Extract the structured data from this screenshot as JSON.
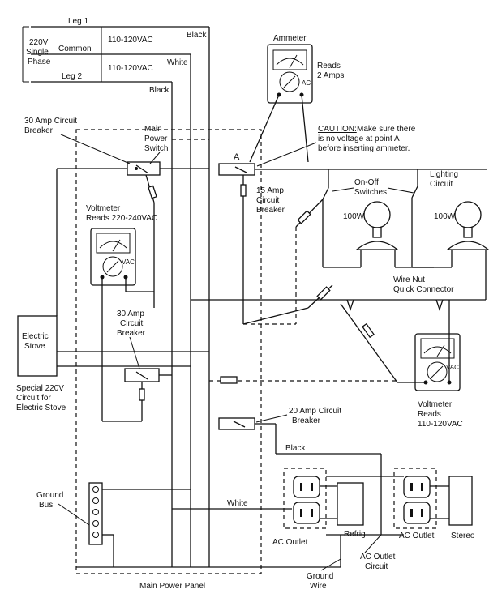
{
  "supply": {
    "leg1": "Leg 1",
    "common": "Common",
    "leg2": "Leg 2",
    "v220": "220V",
    "single": "Single",
    "phase": "Phase",
    "vac_top": "110-120VAC",
    "vac_bottom": "110-120VAC",
    "black_top": "Black",
    "white": "White",
    "black_mid": "Black"
  },
  "ammeter": {
    "title": "Ammeter",
    "reads": "Reads",
    "value": "2 Amps",
    "unit": "AC"
  },
  "caution": {
    "prefix": "CAUTION:",
    "line1": "Make sure there",
    "line2": "is no voltage at point A",
    "line3": "before inserting ammeter."
  },
  "main_breaker": {
    "line1": "30 Amp Circuit",
    "line2": "Breaker"
  },
  "main_switch": {
    "line1": "Main",
    "line2": "Power",
    "line3": "Switch"
  },
  "point_a": "A",
  "breaker15": {
    "line1": "15 Amp",
    "line2": "Circuit",
    "line3": "Breaker"
  },
  "switches": {
    "line1": "On-Off",
    "line2": "Switches"
  },
  "lighting": {
    "line1": "Lighting",
    "line2": "Circuit"
  },
  "lamps": [
    "100W",
    "100W"
  ],
  "wire_nut": {
    "line1": "Wire Nut",
    "line2": "Quick Connector"
  },
  "voltmeter_left": {
    "line1": "Voltmeter",
    "line2": "Reads 220-240VAC",
    "unit": "VAC"
  },
  "voltmeter_right": {
    "line1": "Voltmeter",
    "line2": "Reads",
    "line3": "110-120VAC",
    "unit": "VAC"
  },
  "stove": {
    "line1": "Electric",
    "line2": "Stove"
  },
  "special": {
    "line1": "Special 220V",
    "line2": "Circuit for",
    "line3": "Electric Stove"
  },
  "stove_breaker": {
    "line1": "30 Amp",
    "line2": "Circuit",
    "line3": "Breaker"
  },
  "breaker20": "20 Amp Circuit",
  "breaker20_b": "Breaker",
  "black_low": "Black",
  "ground_bus": {
    "line1": "Ground",
    "line2": "Bus"
  },
  "white_low": "White",
  "outlets": {
    "left": "AC Outlet",
    "right": "AC Outlet"
  },
  "refrig": "Refrig",
  "stereo": "Stereo",
  "outlet_circuit": {
    "line1": "AC Outlet",
    "line2": "Circuit"
  },
  "ground_wire": {
    "line1": "Ground",
    "line2": "Wire"
  },
  "panel": "Main Power Panel"
}
